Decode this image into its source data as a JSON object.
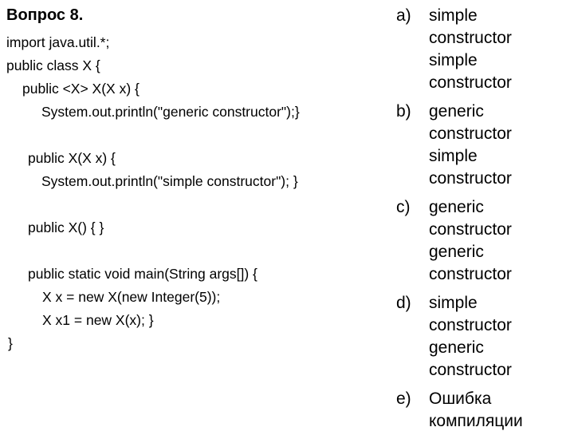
{
  "slide": {
    "title": "Вопрос 8.",
    "colors": {
      "background": "#ffffff",
      "text": "#000000"
    }
  },
  "code": {
    "lines": [
      "import java.util.*;",
      "public class X {",
      "public <X> X(X x) {",
      "System.out.println(\"generic constructor\");}",
      "",
      "public X(X x) {",
      "System.out.println(\"simple constructor\"); }",
      "",
      "public X() { }",
      "",
      "public static void main(String args[]) {",
      "X x = new X(new Integer(5));",
      "X x1 = new X(x); }",
      "}"
    ]
  },
  "options": [
    {
      "label": "a)",
      "lines": [
        "simple",
        "constructor",
        "simple",
        "constructor"
      ]
    },
    {
      "label": "b)",
      "lines": [
        "generic",
        "constructor",
        "simple",
        "constructor"
      ]
    },
    {
      "label": "c)",
      "lines": [
        "generic",
        "constructor",
        "generic",
        "constructor"
      ]
    },
    {
      "label": "d)",
      "lines": [
        "simple",
        "constructor",
        "generic",
        "constructor"
      ]
    },
    {
      "label": "e)",
      "lines": [
        "Ошибка",
        "компиляции"
      ]
    }
  ]
}
